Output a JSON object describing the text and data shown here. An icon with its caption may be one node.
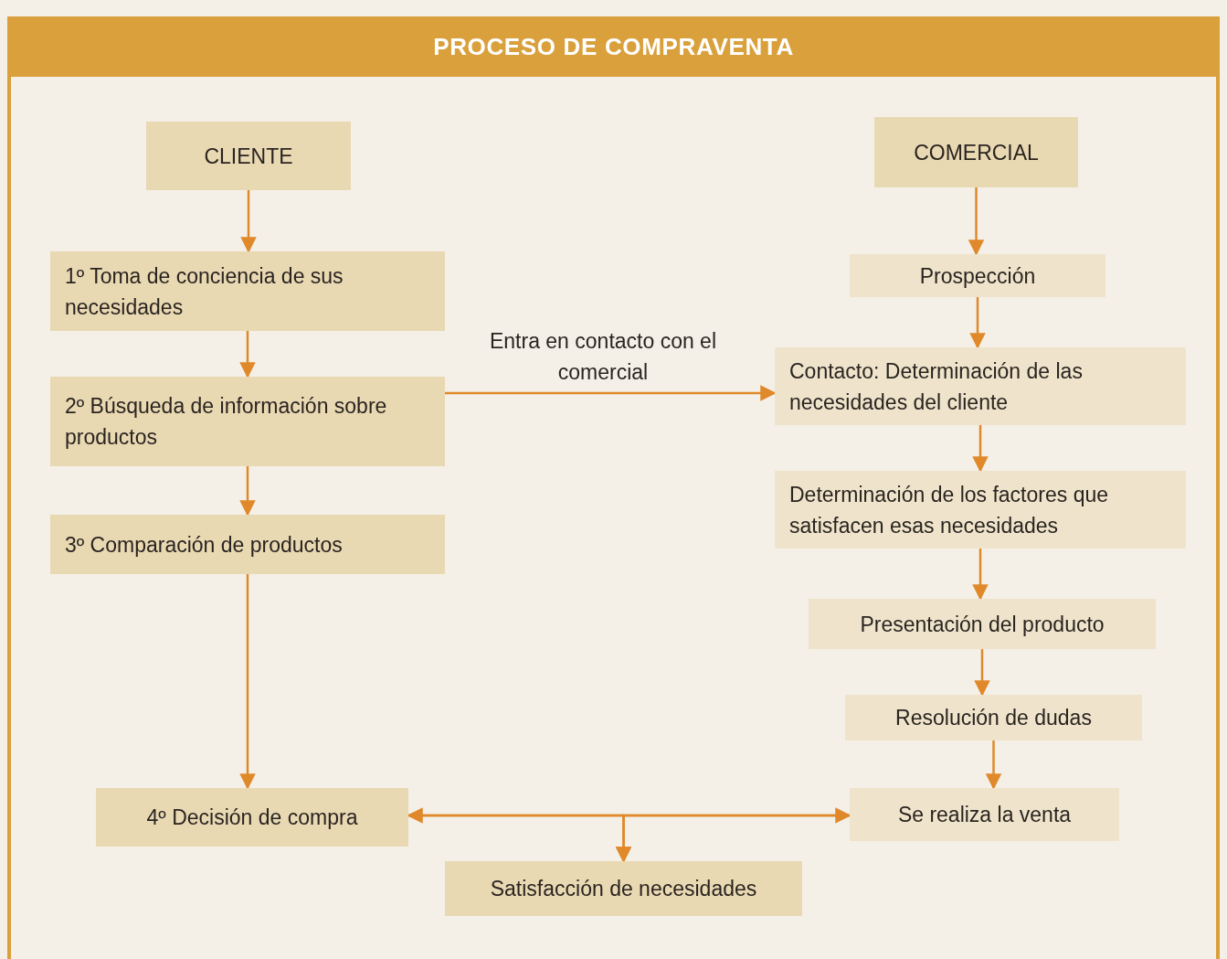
{
  "diagram": {
    "title": "PROCESO DE COMPRAVENTA",
    "nodes": [
      {
        "text": [
          "CLIENTE"
        ]
      },
      {
        "text": [
          "COMERCIAL"
        ]
      },
      {
        "text": [
          "1º Toma de conciencia de sus necesidades"
        ]
      },
      {
        "text": [
          "2º Búsqueda de información sobre productos"
        ]
      },
      {
        "text": [
          "3º Comparación de productos"
        ]
      },
      {
        "text": [
          "4º Decisión de compra"
        ]
      },
      {
        "text": [
          "Prospección"
        ]
      },
      {
        "text": [
          "Contacto: Determinación de las necesidades del cliente"
        ]
      },
      {
        "text": [
          "Determinación de los factores que satisfacen esas necesidades"
        ]
      },
      {
        "text": [
          "Presentación del producto"
        ]
      },
      {
        "text": [
          "Resolución de dudas"
        ]
      },
      {
        "text": [
          "Se realiza la venta"
        ]
      },
      {
        "text": [
          "Satisfacción de necesidades"
        ]
      }
    ],
    "edges": [
      {
        "from": 0,
        "to": 2,
        "arrow": "to"
      },
      {
        "from": 2,
        "to": 3,
        "arrow": "to"
      },
      {
        "from": 3,
        "to": 4,
        "arrow": "to"
      },
      {
        "from": 4,
        "to": 5,
        "arrow": "to"
      },
      {
        "from": 1,
        "to": 6,
        "arrow": "to"
      },
      {
        "from": 6,
        "to": 7,
        "arrow": "to"
      },
      {
        "from": 7,
        "to": 8,
        "arrow": "to"
      },
      {
        "from": 8,
        "to": 9,
        "arrow": "to"
      },
      {
        "from": 9,
        "to": 10,
        "arrow": "to"
      },
      {
        "from": 10,
        "to": 11,
        "arrow": "to"
      },
      {
        "from": 3,
        "to": 7,
        "arrow": "to",
        "label": "Entra en contacto con el comercial"
      },
      {
        "from": 5,
        "to": 11,
        "arrow": "both"
      },
      {
        "from": 5,
        "to": 12,
        "arrow": "to"
      },
      {
        "from": 11,
        "to": 12,
        "arrow": "to"
      }
    ]
  }
}
